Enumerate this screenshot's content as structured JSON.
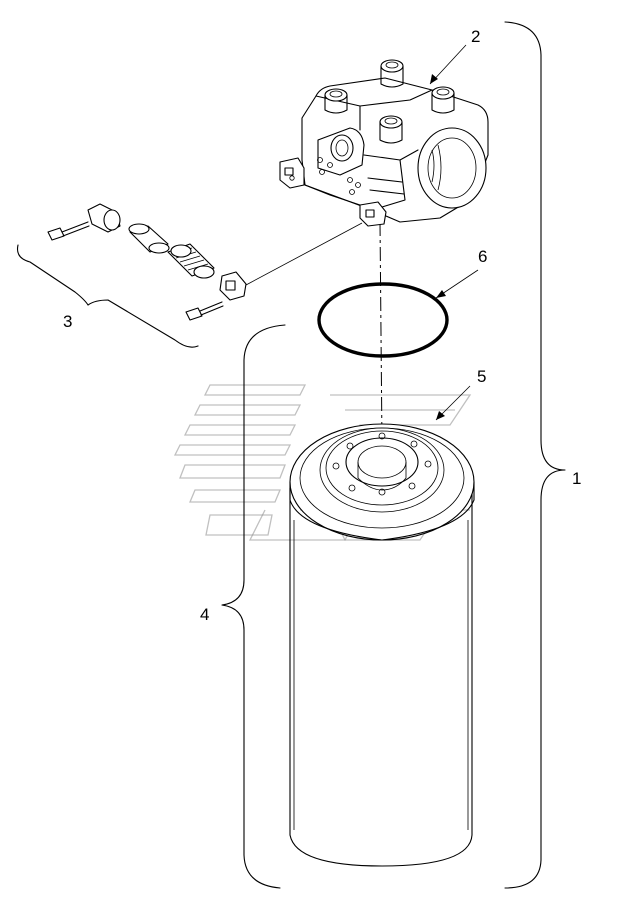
{
  "callouts": {
    "c1": "1",
    "c2": "2",
    "c3": "3",
    "c4": "4",
    "c5": "5",
    "c6": "6"
  },
  "icons": [
    "filter-head",
    "spin-on-filter-cartridge",
    "o-ring-seal",
    "bypass-valve-kit",
    "watermark-logo"
  ]
}
